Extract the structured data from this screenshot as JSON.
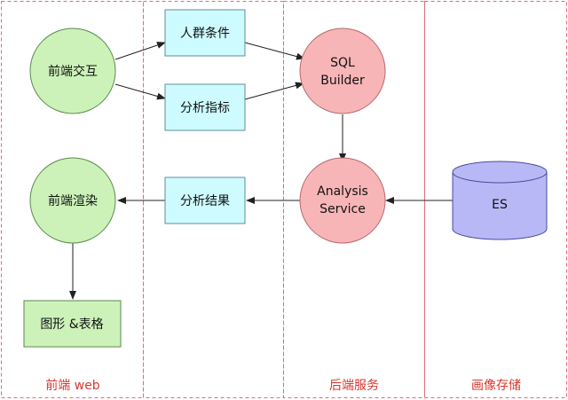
{
  "colors": {
    "lane_border": "#e06c75",
    "lane_label": "#d9362e",
    "circle_green_fill": "#ccf2b9",
    "circle_green_stroke": "#5b8a4c",
    "circle_red_fill": "#f7b5b8",
    "circle_red_stroke": "#b56a6e",
    "box_cyan_fill": "#cdfbff",
    "box_cyan_stroke": "#5e8f98",
    "box_green_fill": "#ccf2b9",
    "box_green_stroke": "#5b8a4c",
    "cylinder_fill": "#b7b8f5",
    "cylinder_stroke": "#4a4ba0",
    "arrow": "#222222"
  },
  "lanes": {
    "frontend": "前端 web",
    "backend": "后端服务",
    "storage": "画像存储"
  },
  "nodes": {
    "frontend_interaction": [
      "前端交互"
    ],
    "crowd_conditions": [
      "人群条件"
    ],
    "analysis_metrics": [
      "分析指标"
    ],
    "sql_builder": [
      "SQL",
      "Builder"
    ],
    "frontend_render": [
      "前端渲染"
    ],
    "analysis_results": [
      "分析结果"
    ],
    "analysis_service": [
      "Analysis",
      "Service"
    ],
    "es": [
      "ES"
    ],
    "charts_tables": [
      "图形 &表格"
    ]
  }
}
